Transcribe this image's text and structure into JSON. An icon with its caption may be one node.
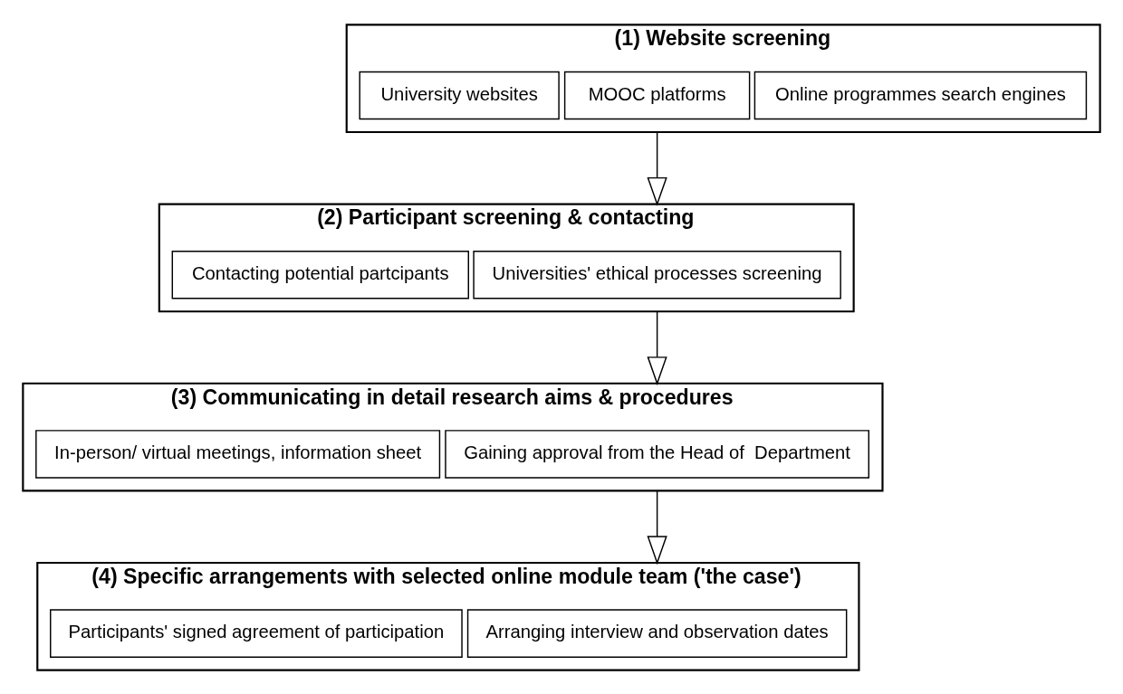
{
  "diagram": {
    "nodes": [
      {
        "text": [
          "(1) Website screening"
        ]
      },
      {
        "text": [
          "University websites"
        ],
        "in": 0
      },
      {
        "text": [
          "MOOC platforms"
        ],
        "in": 0
      },
      {
        "text": [
          "Online programmes search engines"
        ],
        "in": 0
      },
      {
        "text": [
          "(2) Participant screening & contacting"
        ]
      },
      {
        "text": [
          "Contacting potential partcipants"
        ],
        "in": 4
      },
      {
        "text": [
          "Universities' ethical processes screening"
        ],
        "in": 4
      },
      {
        "text": [
          "(3) Communicating in detail research aims & procedures"
        ]
      },
      {
        "text": [
          "In-person/ virtual meetings, information sheet"
        ],
        "in": 7
      },
      {
        "text": [
          "Gaining approval from the Head of  Department"
        ],
        "in": 7
      },
      {
        "text": [
          "(4) Specific arrangements with selected online module team ('the case')"
        ]
      },
      {
        "text": [
          "Participants' signed agreement of participation"
        ],
        "in": 10
      },
      {
        "text": [
          "Arranging interview and observation dates"
        ],
        "in": 10
      }
    ],
    "edges": [
      {
        "from": 0,
        "to": 4,
        "arrow": "to"
      },
      {
        "from": 4,
        "to": 7,
        "arrow": "to"
      },
      {
        "from": 7,
        "to": 10,
        "arrow": "to"
      }
    ]
  }
}
